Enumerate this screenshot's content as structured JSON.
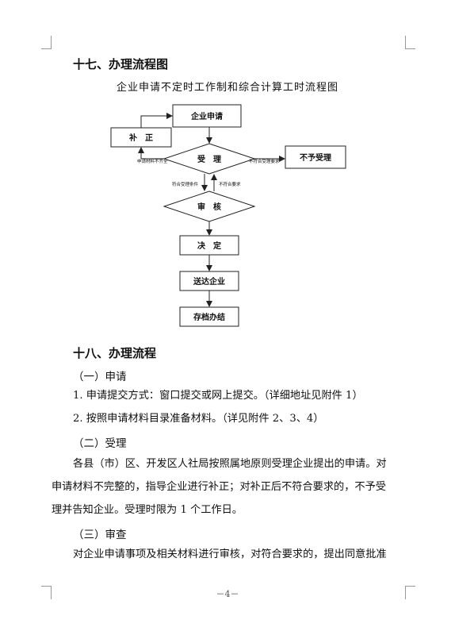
{
  "section17_heading": "十七、办理流程图",
  "flowchart": {
    "title": "企业申请不定时工作制和综合计算工时流程图",
    "apply": "企业申请",
    "supplement": "补　正",
    "accept": "受　理",
    "reject": "不予受理",
    "review": "审　核",
    "decide": "决　定",
    "deliver": "送达企业",
    "archive": "存档办结",
    "label_incomplete": "申请材料不齐全",
    "label_not_meet_accept": "不符合受理要求",
    "label_meet_accept": "符合受理条件",
    "label_not_meet": "不符合要求"
  },
  "section18_heading": "十八、办理流程",
  "sub1_heading": "（一）申请",
  "sub1_line1": "1. 申请提交方式：窗口提交或网上提交。（详细地址见附件 1）",
  "sub1_line2": "2. 按照申请材料目录准备材料。（详见附件 2、3、4）",
  "sub2_heading": "（二）受理",
  "sub2_para": [
    "各县（市）区、开发区人社局按照属地原则受理企业提出的申请。对",
    "申请材料不完整的，指导企业进行补正；对补正后不符合要求的，不予受",
    "理并告知企业。受理时限为 1 个工作日。"
  ],
  "sub3_heading": "（三）审查",
  "sub3_para": "对企业申请事项及相关材料进行审核，对符合要求的，提出同意批准",
  "page_number": "－4－"
}
